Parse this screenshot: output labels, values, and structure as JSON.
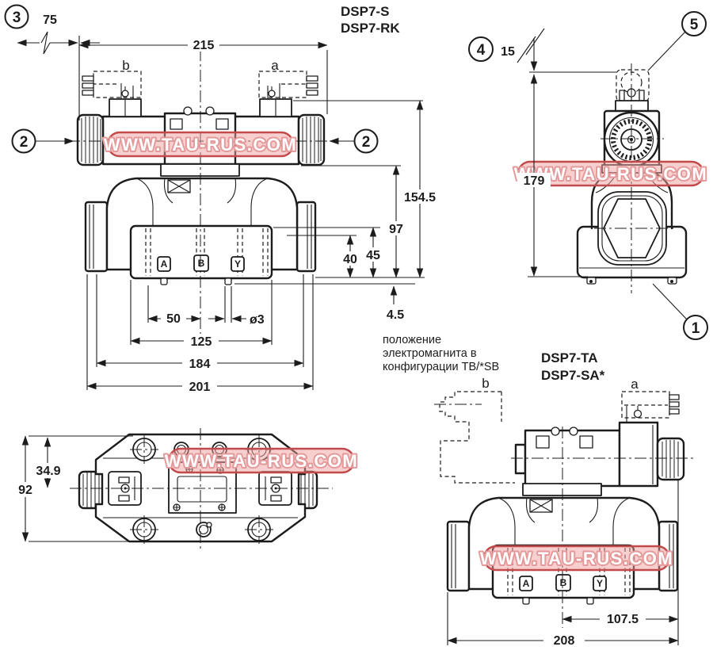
{
  "colors": {
    "line": "#1c1c1c",
    "background": "#ffffff",
    "watermark_border": "#c24a4a",
    "watermark_fill": "#efa0a0",
    "watermark_text": "#ffffff",
    "watermark_outline": "#e49a9a"
  },
  "watermark": {
    "text": "WWW.TAU-RUS.COM"
  },
  "views": {
    "front": {
      "titles": [
        "DSP7-S",
        "DSP7-RK"
      ],
      "callout_3": "3",
      "callout_2_left": "2",
      "callout_2_right": "2",
      "label_b": "b",
      "label_a": "a",
      "ports": [
        "A",
        "B",
        "Y"
      ],
      "dims": {
        "d75": "75",
        "d215": "215",
        "d154_5": "154.5",
        "d97": "97",
        "d45": "45",
        "d40": "40",
        "d4_5": "4.5",
        "d50": "50",
        "dia3": "ø3",
        "d125": "125",
        "d184": "184",
        "d201": "201"
      }
    },
    "end": {
      "callout_4": "4",
      "callout_5": "5",
      "callout_1": "1",
      "dims": {
        "d15": "15",
        "d179": "179"
      }
    },
    "top": {
      "dims": {
        "d34_9": "34.9",
        "d92": "92"
      }
    },
    "side": {
      "titles": [
        "DSP7-TA",
        "DSP7-SA*"
      ],
      "note_lines": [
        "положение",
        "электромагнита в",
        "конфигурации ТВ/*SB"
      ],
      "label_b": "b",
      "label_a": "a",
      "ports": [
        "A",
        "B",
        "Y"
      ],
      "dims": {
        "d107_5": "107.5",
        "d208": "208"
      }
    }
  }
}
